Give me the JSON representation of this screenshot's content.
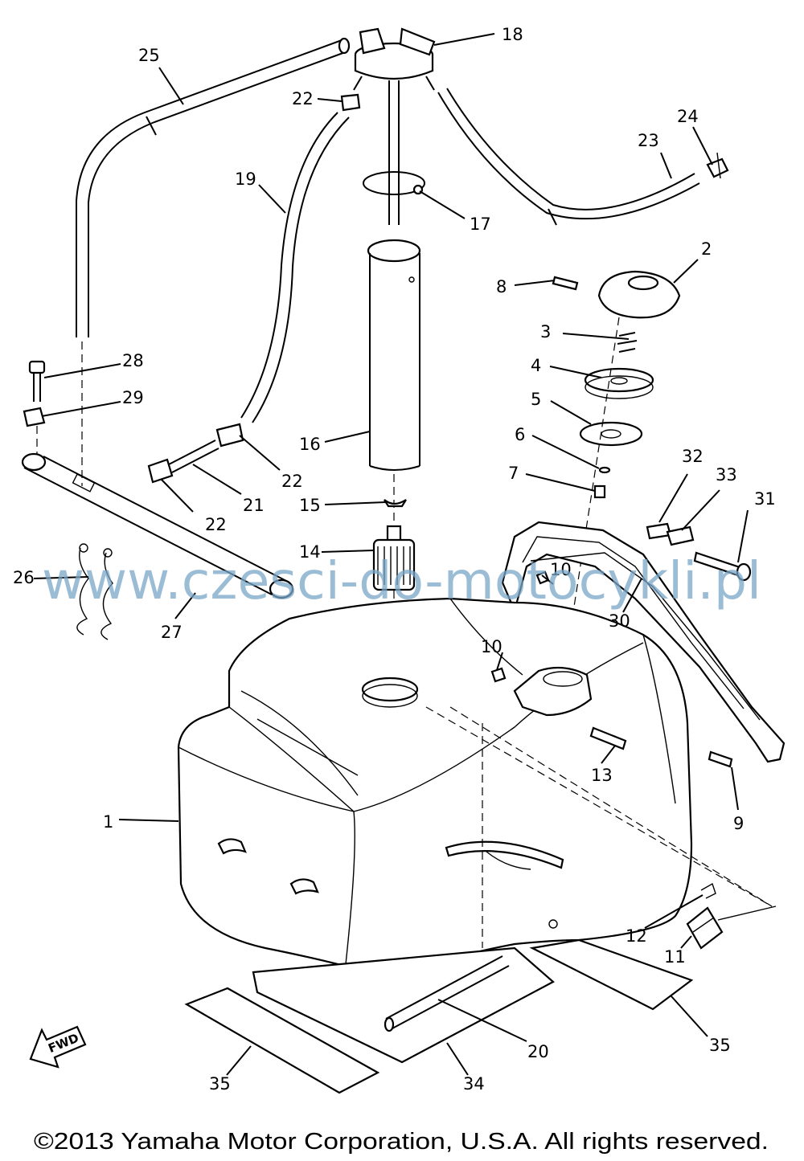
{
  "diagram": {
    "callouts": [
      {
        "id": "p1",
        "text": "1"
      },
      {
        "id": "p2",
        "text": "2"
      },
      {
        "id": "p3",
        "text": "3"
      },
      {
        "id": "p4",
        "text": "4"
      },
      {
        "id": "p5",
        "text": "5"
      },
      {
        "id": "p6",
        "text": "6"
      },
      {
        "id": "p7",
        "text": "7"
      },
      {
        "id": "p8",
        "text": "8"
      },
      {
        "id": "p9",
        "text": "9"
      },
      {
        "id": "p10a",
        "text": "10"
      },
      {
        "id": "p10b",
        "text": "10"
      },
      {
        "id": "p11",
        "text": "11"
      },
      {
        "id": "p12",
        "text": "12"
      },
      {
        "id": "p13",
        "text": "13"
      },
      {
        "id": "p14",
        "text": "14"
      },
      {
        "id": "p15",
        "text": "15"
      },
      {
        "id": "p16",
        "text": "16"
      },
      {
        "id": "p17",
        "text": "17"
      },
      {
        "id": "p18",
        "text": "18"
      },
      {
        "id": "p19",
        "text": "19"
      },
      {
        "id": "p20",
        "text": "20"
      },
      {
        "id": "p21",
        "text": "21"
      },
      {
        "id": "p22a",
        "text": "22"
      },
      {
        "id": "p22b",
        "text": "22"
      },
      {
        "id": "p22c",
        "text": "22"
      },
      {
        "id": "p23",
        "text": "23"
      },
      {
        "id": "p24",
        "text": "24"
      },
      {
        "id": "p25",
        "text": "25"
      },
      {
        "id": "p26",
        "text": "26"
      },
      {
        "id": "p27",
        "text": "27"
      },
      {
        "id": "p28",
        "text": "28"
      },
      {
        "id": "p29",
        "text": "29"
      },
      {
        "id": "p30",
        "text": "30"
      },
      {
        "id": "p31",
        "text": "31"
      },
      {
        "id": "p32",
        "text": "32"
      },
      {
        "id": "p33",
        "text": "33"
      },
      {
        "id": "p34",
        "text": "34"
      },
      {
        "id": "p35a",
        "text": "35"
      },
      {
        "id": "p35b",
        "text": "35"
      }
    ],
    "fwd_label": "FWD",
    "watermark": "www.czesci-do-motocykli.pl",
    "copyright": "©2013 Yamaha Motor Corporation, U.S.A. All rights reserved."
  }
}
